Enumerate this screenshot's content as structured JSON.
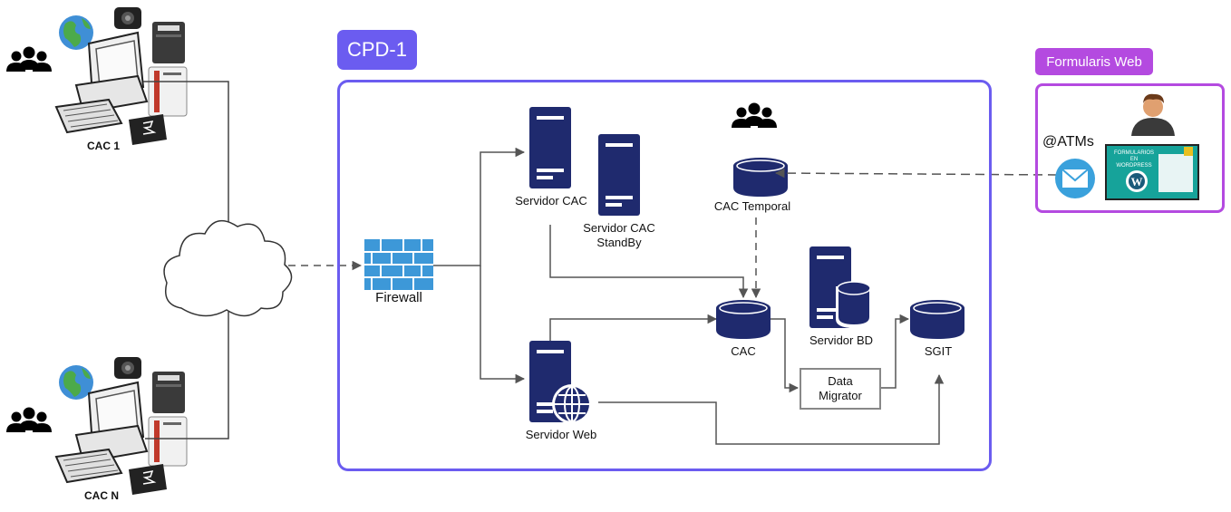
{
  "cpd_label": "CPD-1",
  "form_label": "Formularis Web",
  "atms_label": "@ATMs",
  "cac1_label": "CAC 1",
  "cacn_label": "CAC N",
  "firewall_label": "Firewall",
  "servidor_cac_label": "Servidor CAC",
  "standby_line1": "Servidor CAC",
  "standby_line2": "StandBy",
  "cac_temporal_label": "CAC Temporal",
  "cac_label": "CAC",
  "servidor_bd_label": "Servidor BD",
  "sgit_label": "SGIT",
  "data_migrator_line1": "Data",
  "data_migrator_line2": "Migrator",
  "wordpress_thumb_text": "FORMULARIOS EN WORDPRESS",
  "servidor_web_label": "Servidor Web",
  "colors": {
    "cpd": "#6b5cf0",
    "form": "#b44ae0",
    "server": "#1f2a6e",
    "line": "#555555"
  }
}
